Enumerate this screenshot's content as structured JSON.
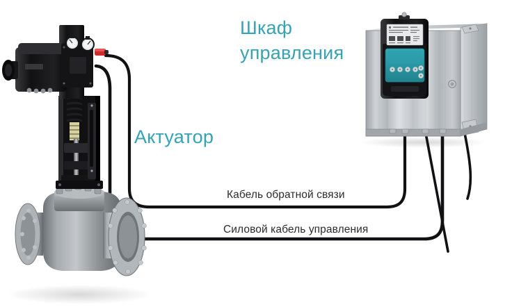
{
  "diagram": {
    "background_color": "#ffffff",
    "accent_color": "#35a3b3",
    "text_color": "#2b2b2b",
    "labels": {
      "cabinet_line1": "Шкаф",
      "cabinet_line2": "управления",
      "actuator": "Актуатор",
      "feedback_cable": "Кабель обратной связи",
      "power_cable": "Силовой кабель управления"
    }
  },
  "components": {
    "valve": {
      "name": "control-valve",
      "body_color": "#8a8e92",
      "flange_color": "#9aa0a4"
    },
    "actuator": {
      "name": "pneumatic-actuator",
      "housing_color": "#1b1b1d",
      "gauge_count": 2,
      "connector_color": "#d02b2b"
    },
    "cabinet": {
      "name": "control-cabinet",
      "shell_color": "#b8bcbf",
      "panel_color": "#1d1d1f",
      "hmi_color": "#2a9aa8",
      "hmi_button_count": 6,
      "cable_count": 4
    }
  }
}
